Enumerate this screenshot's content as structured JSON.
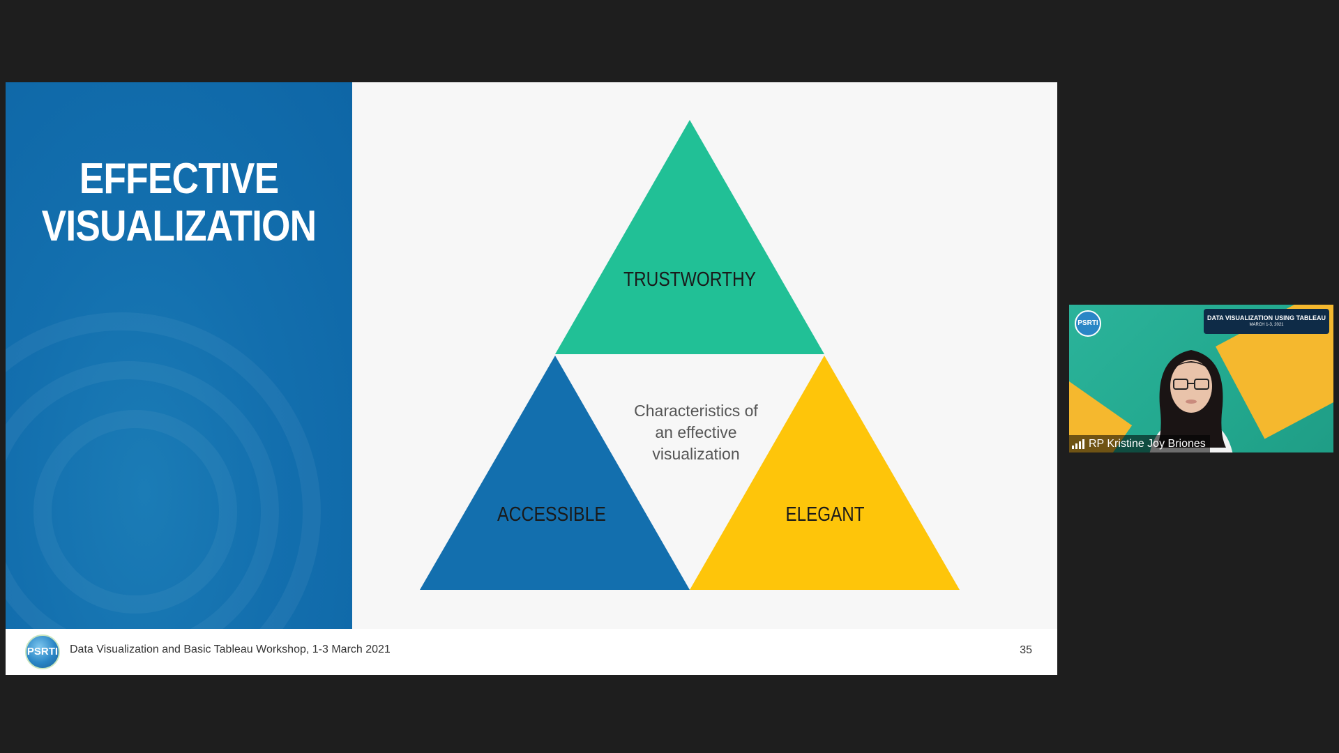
{
  "slide": {
    "title_line1": "EFFECTIVE",
    "title_line2": "VISUALIZATION",
    "triangles": [
      {
        "label": "TRUSTWORTHY",
        "color": "#21c096"
      },
      {
        "label": "ACCESSIBLE",
        "color": "#136fae"
      },
      {
        "label": "ELEGANT",
        "color": "#fec50a"
      }
    ],
    "center_text": [
      "Characteristics of",
      "an effective",
      "visualization"
    ],
    "footer_logo_text": "PSRTI",
    "footer_text": "Data Visualization and Basic Tableau Workshop, 1-3 March 2021",
    "page_number": "35",
    "panel_color": "#136fae"
  },
  "video": {
    "logo_text": "PSRTI",
    "banner_title": "DATA VISUALIZATION USING TABLEAU",
    "banner_date": "MARCH 1-3, 2021",
    "participant_name": "RP Kristine Joy Briones",
    "icons": [
      "signal-strength-icon"
    ]
  }
}
